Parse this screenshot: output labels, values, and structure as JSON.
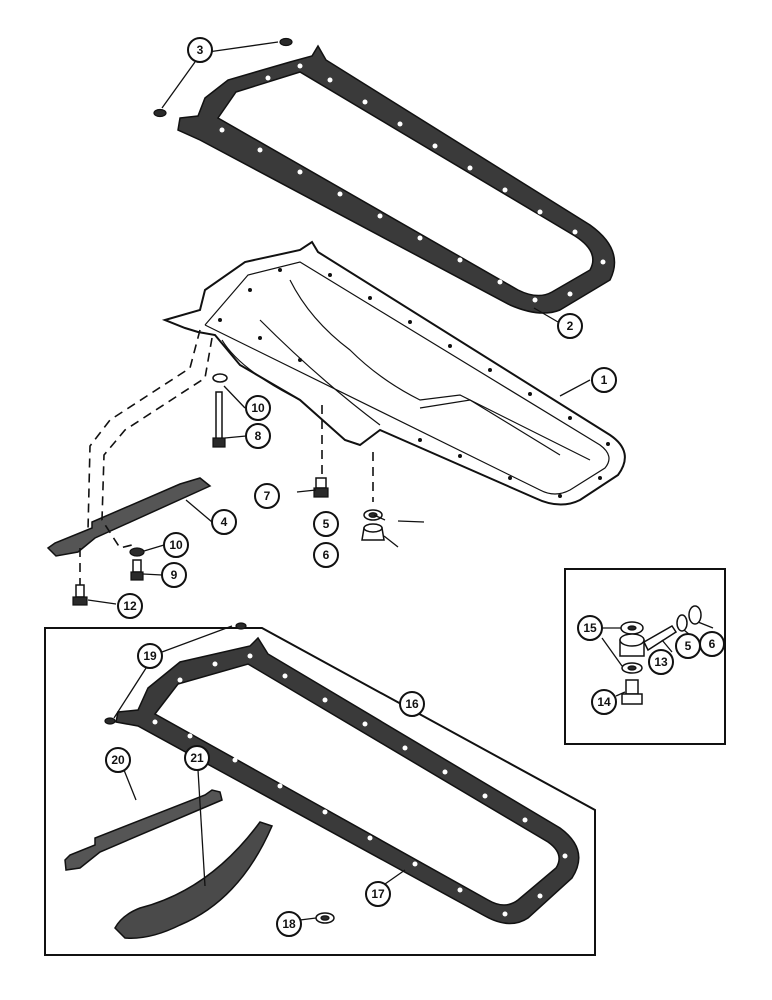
{
  "diagram": {
    "callouts": [
      {
        "id": "c1",
        "label": "1"
      },
      {
        "id": "c2",
        "label": "2"
      },
      {
        "id": "c3",
        "label": "3"
      },
      {
        "id": "c4",
        "label": "4"
      },
      {
        "id": "c5a",
        "label": "5"
      },
      {
        "id": "c6a",
        "label": "6"
      },
      {
        "id": "c7",
        "label": "7"
      },
      {
        "id": "c8",
        "label": "8"
      },
      {
        "id": "c9",
        "label": "9"
      },
      {
        "id": "c10a",
        "label": "10"
      },
      {
        "id": "c10b",
        "label": "10"
      },
      {
        "id": "c12",
        "label": "12"
      },
      {
        "id": "c13",
        "label": "13"
      },
      {
        "id": "c14",
        "label": "14"
      },
      {
        "id": "c15",
        "label": "15"
      },
      {
        "id": "c5b",
        "label": "5"
      },
      {
        "id": "c6b",
        "label": "6"
      },
      {
        "id": "c16",
        "label": "16"
      },
      {
        "id": "c17",
        "label": "17"
      },
      {
        "id": "c18",
        "label": "18"
      },
      {
        "id": "c19",
        "label": "19"
      },
      {
        "id": "c20",
        "label": "20"
      },
      {
        "id": "c21",
        "label": "21"
      }
    ]
  }
}
